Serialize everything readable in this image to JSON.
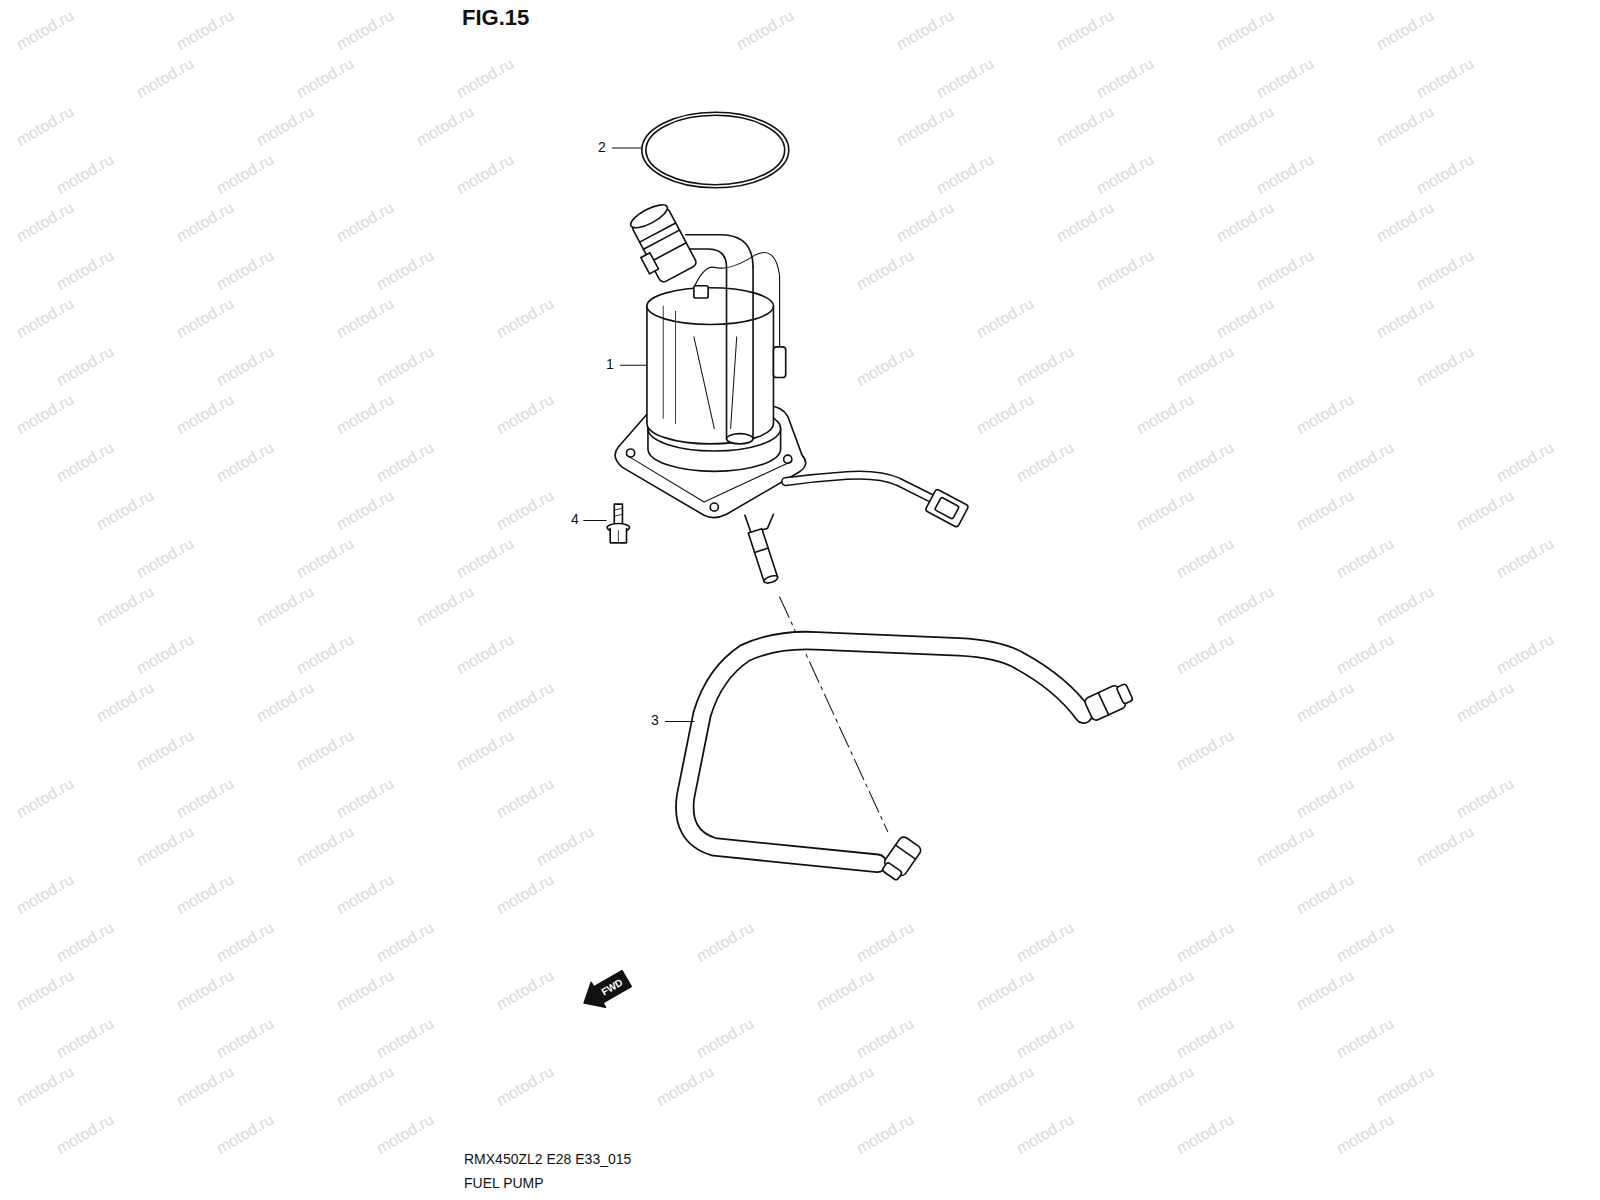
{
  "diagram": {
    "title": "FIG.15",
    "caption": "FUEL PUMP",
    "labels": [
      "2",
      "1",
      "4",
      "3",
      "FWD",
      "RMX450ZL2 E28 E33_015",
      "motod.ru",
      "motod.ru",
      "motod.ru",
      "motod.ru",
      "motod.ru",
      "motod.ru",
      "motod.ru",
      "motod.ru",
      "motod.ru",
      "motod.ru",
      "motod.ru",
      "motod.ru",
      "motod.ru",
      "motod.ru",
      "motod.ru",
      "motod.ru",
      "motod.ru",
      "motod.ru",
      "motod.ru",
      "motod.ru",
      "motod.ru",
      "motod.ru",
      "motod.ru",
      "motod.ru",
      "motod.ru",
      "motod.ru",
      "motod.ru",
      "motod.ru",
      "motod.ru",
      "motod.ru",
      "motod.ru",
      "motod.ru",
      "motod.ru",
      "motod.ru",
      "motod.ru",
      "motod.ru",
      "motod.ru",
      "motod.ru",
      "motod.ru",
      "motod.ru",
      "motod.ru",
      "motod.ru",
      "motod.ru",
      "motod.ru",
      "motod.ru",
      "motod.ru",
      "motod.ru",
      "motod.ru",
      "motod.ru",
      "motod.ru",
      "motod.ru",
      "motod.ru",
      "motod.ru",
      "motod.ru",
      "motod.ru",
      "motod.ru",
      "motod.ru",
      "motod.ru",
      "motod.ru",
      "motod.ru",
      "motod.ru",
      "motod.ru",
      "motod.ru",
      "motod.ru",
      "motod.ru",
      "motod.ru",
      "motod.ru",
      "motod.ru",
      "motod.ru",
      "motod.ru",
      "motod.ru",
      "motod.ru",
      "motod.ru",
      "motod.ru",
      "motod.ru",
      "motod.ru",
      "motod.ru",
      "motod.ru",
      "motod.ru",
      "motod.ru",
      "motod.ru",
      "motod.ru",
      "motod.ru",
      "motod.ru",
      "motod.ru",
      "motod.ru",
      "motod.ru",
      "motod.ru",
      "motod.ru",
      "motod.ru",
      "motod.ru",
      "motod.ru",
      "motod.ru",
      "motod.ru",
      "motod.ru",
      "motod.ru",
      "motod.ru",
      "motod.ru",
      "motod.ru",
      "motod.ru",
      "motod.ru",
      "motod.ru",
      "motod.ru",
      "motod.ru",
      "motod.ru",
      "motod.ru",
      "motod.ru",
      "motod.ru",
      "motod.ru",
      "motod.ru",
      "motod.ru",
      "motod.ru",
      "motod.ru",
      "motod.ru",
      "motod.ru",
      "motod.ru",
      "motod.ru",
      "motod.ru",
      "motod.ru",
      "motod.ru",
      "motod.ru",
      "motod.ru",
      "motod.ru",
      "motod.ru",
      "motod.ru",
      "motod.ru",
      "motod.ru",
      "motod.ru",
      "motod.ru",
      "motod.ru",
      "motod.ru",
      "motod.ru",
      "motod.ru",
      "motod.ru",
      "motod.ru",
      "motod.ru",
      "motod.ru",
      "motod.ru",
      "motod.ru",
      "motod.ru",
      "motod.ru",
      "motod.ru",
      "motod.ru",
      "motod.ru",
      "motod.ru",
      "motod.ru",
      "motod.ru",
      "motod.ru",
      "motod.ru",
      "motod.ru",
      "motod.ru",
      "motod.ru",
      "motod.ru",
      "motod.ru",
      "motod.ru",
      "motod.ru",
      "motod.ru",
      "motod.ru",
      "motod.ru",
      "motod.ru"
    ]
  }
}
